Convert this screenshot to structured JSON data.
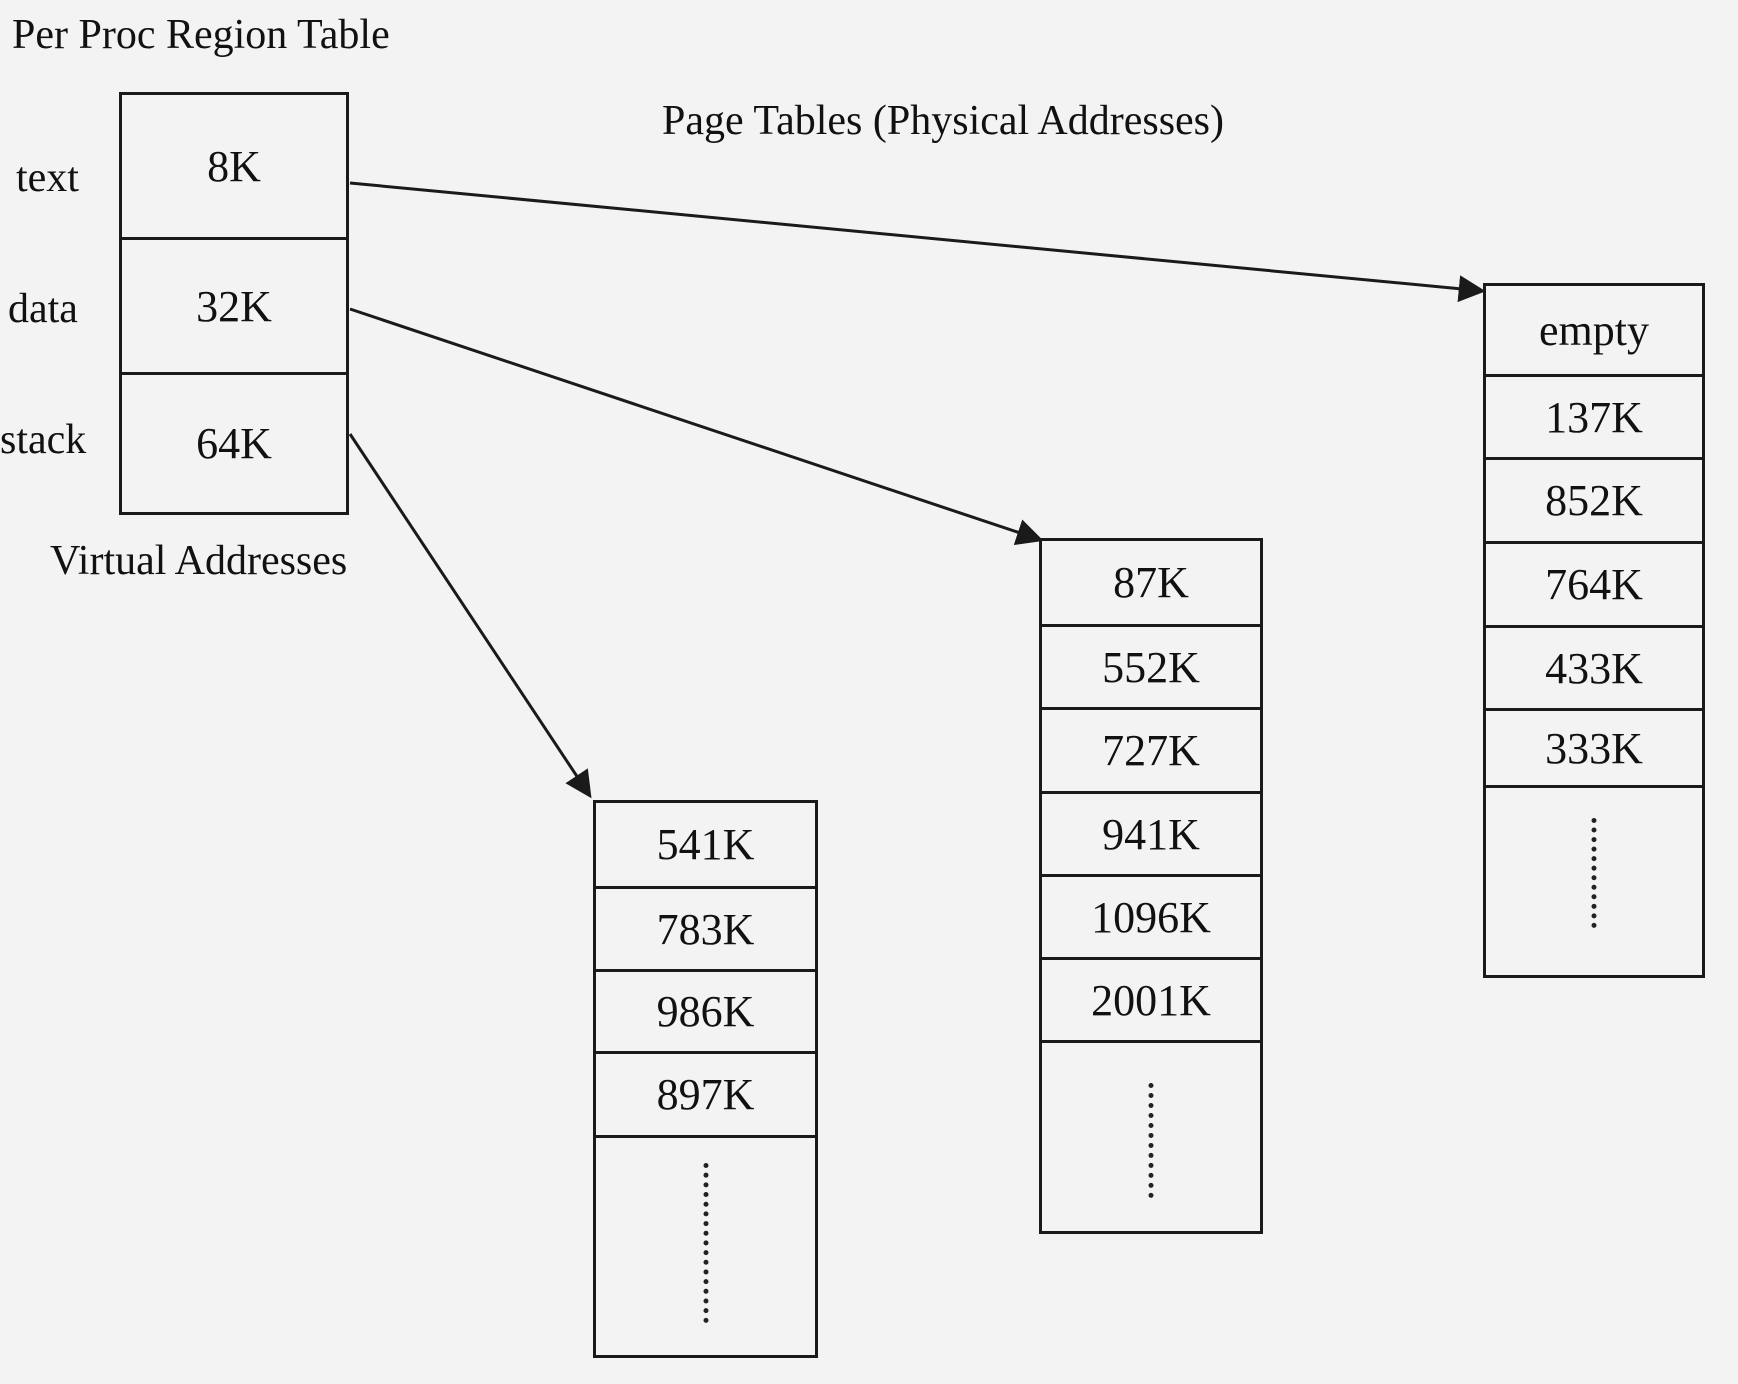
{
  "labels": {
    "region_title": "Per Proc Region Table",
    "page_tables_title": "Page Tables (Physical Addresses)",
    "virtual_addresses": "Virtual Addresses"
  },
  "region_table": {
    "rows": [
      {
        "name": "text",
        "value": "8K"
      },
      {
        "name": "data",
        "value": "32K"
      },
      {
        "name": "stack",
        "value": "64K"
      }
    ]
  },
  "page_tables": {
    "text": [
      "empty",
      "137K",
      "852K",
      "764K",
      "433K",
      "333K"
    ],
    "data": [
      "87K",
      "552K",
      "727K",
      "941K",
      "1096K",
      "2001K"
    ],
    "stack": [
      "541K",
      "783K",
      "986K",
      "897K"
    ]
  }
}
